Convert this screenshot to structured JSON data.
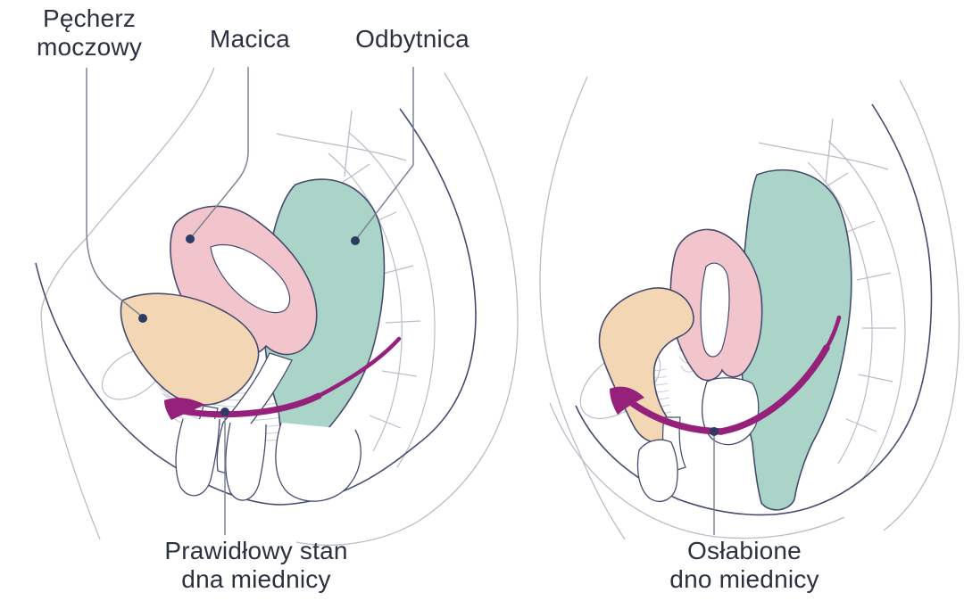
{
  "diagram": {
    "organ_labels": {
      "bladder": "Pęcherz\nmoczowy",
      "uterus": "Macica",
      "rectum": "Odbytnica"
    },
    "captions": {
      "normal": "Prawidłowy stan\ndna miednicy",
      "weakened": "Osłabione\ndno miednicy"
    }
  },
  "colors": {
    "background": "#ffffff",
    "text": "#2c3140",
    "bladder_fill": "#f3d7b4",
    "uterus_fill": "#f2c5cc",
    "rectum_fill": "#abd4c8",
    "pelvic_floor": "#96217b",
    "organ_outline": "#454b6e",
    "body_contour": "#b9bdc9",
    "striation": "#c9cdd6",
    "leader_line": "#7d8496",
    "marker_dot": "#2c3a64"
  }
}
